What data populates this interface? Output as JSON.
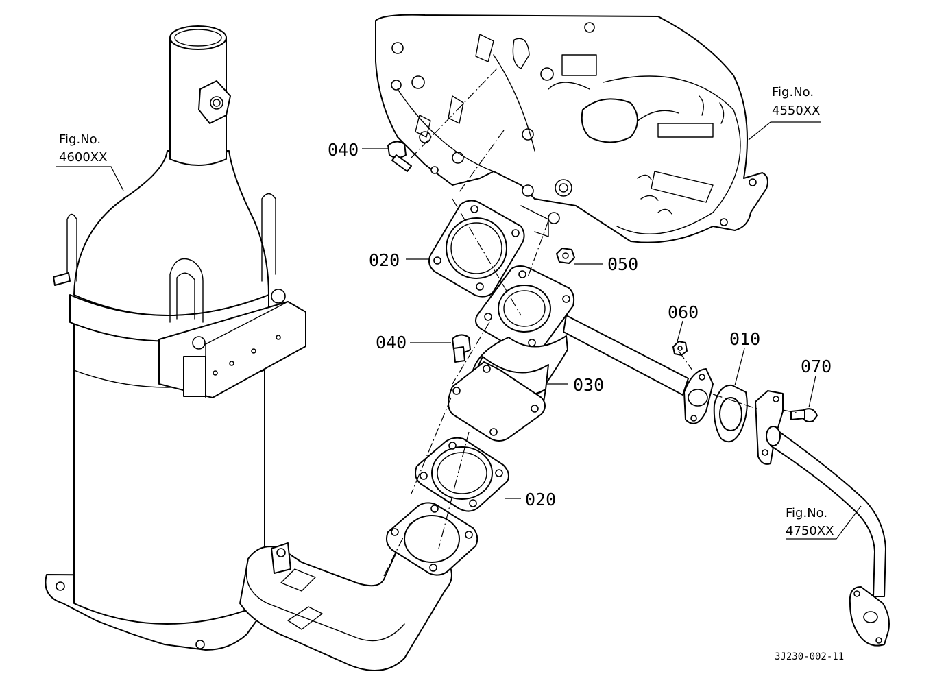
{
  "figure_refs": [
    {
      "id": "dpf",
      "line1": "Fig.No.",
      "line2": "4600XX"
    },
    {
      "id": "engine",
      "line1": "Fig.No.",
      "line2": "4550XX"
    },
    {
      "id": "tailpipe",
      "line1": "Fig.No.",
      "line2": "4750XX"
    }
  ],
  "part_callouts": [
    {
      "id": "bolt-upper",
      "number": "040"
    },
    {
      "id": "gasket-upper",
      "number": "020"
    },
    {
      "id": "nut-upper",
      "number": "050"
    },
    {
      "id": "bolt-lower",
      "number": "040"
    },
    {
      "id": "pipe",
      "number": "030"
    },
    {
      "id": "gasket-lower",
      "number": "020"
    },
    {
      "id": "nut-right",
      "number": "060"
    },
    {
      "id": "gasket-right",
      "number": "010"
    },
    {
      "id": "bolt-right",
      "number": "070"
    }
  ],
  "drawing_code": "3J230-002-11"
}
